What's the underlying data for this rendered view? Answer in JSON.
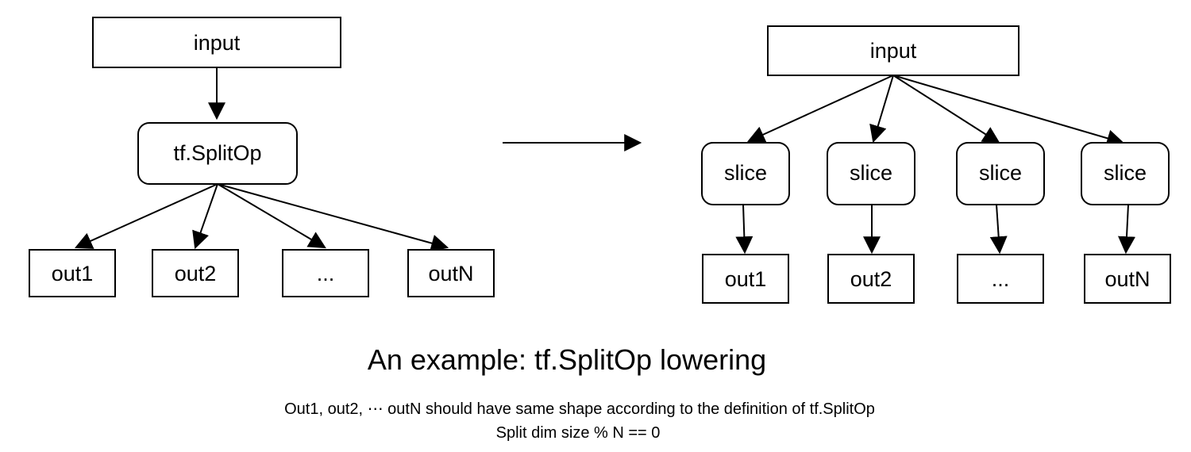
{
  "left_graph": {
    "input": "input",
    "op": "tf.SplitOp",
    "outputs": [
      "out1",
      "out2",
      "...",
      "outN"
    ]
  },
  "right_graph": {
    "input": "input",
    "slices": [
      "slice",
      "slice",
      "slice",
      "slice"
    ],
    "outputs": [
      "out1",
      "out2",
      "...",
      "outN"
    ]
  },
  "caption": {
    "title": "An example: tf.SplitOp lowering",
    "line1": "Out1, out2, ⋯ outN should have same shape according  to the definition of tf.SplitOp",
    "line2": "Split dim size % N == 0"
  }
}
